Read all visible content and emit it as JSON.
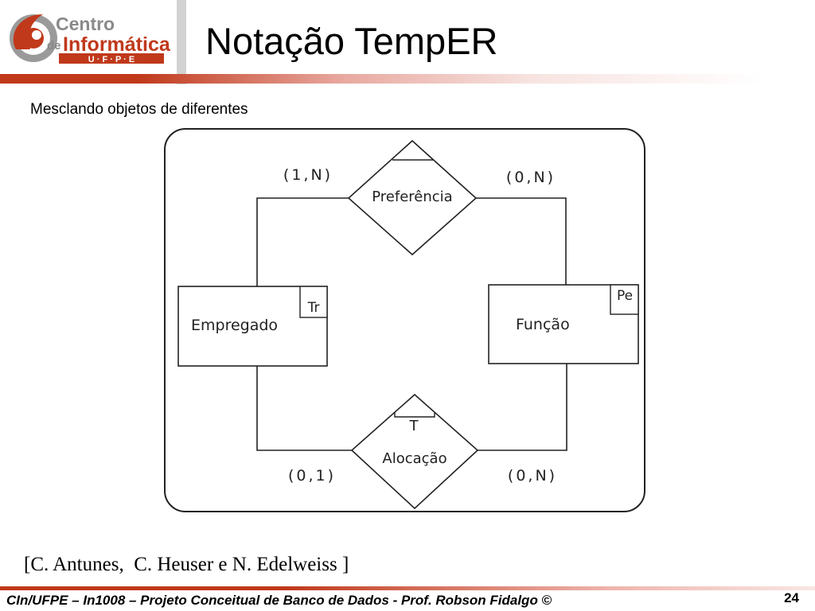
{
  "logo": {
    "line1": "Centro",
    "line2_prefix": "de",
    "line2": "Informática",
    "line3": "U · F · P · E"
  },
  "title": "Notação TempER",
  "subtitle": "Mesclando objetos de diferentes",
  "diagram": {
    "entities": [
      {
        "name": "Empregado",
        "tag": "Tr"
      },
      {
        "name": "Função",
        "tag": "Pe"
      }
    ],
    "relationships": [
      {
        "name": "Preferência",
        "tag": ""
      },
      {
        "name": "Alocação",
        "tag": "T"
      }
    ],
    "cardinalities": {
      "preferencia_empregado": "(1,N)",
      "preferencia_funcao": "(0,N)",
      "alocacao_empregado": "(0,1)",
      "alocacao_funcao": "(0,N)"
    }
  },
  "citation": "[C. Antunes,  C. Heuser e N. Edelweiss ]",
  "footer": {
    "text": "CIn/UFPE – In1008 – Projeto Conceitual de Banco de Dados - Prof. Robson Fidalgo ©",
    "page": "24"
  },
  "colors": {
    "brand_red": "#c0391b",
    "logo_gray": "#8a8a8a"
  }
}
